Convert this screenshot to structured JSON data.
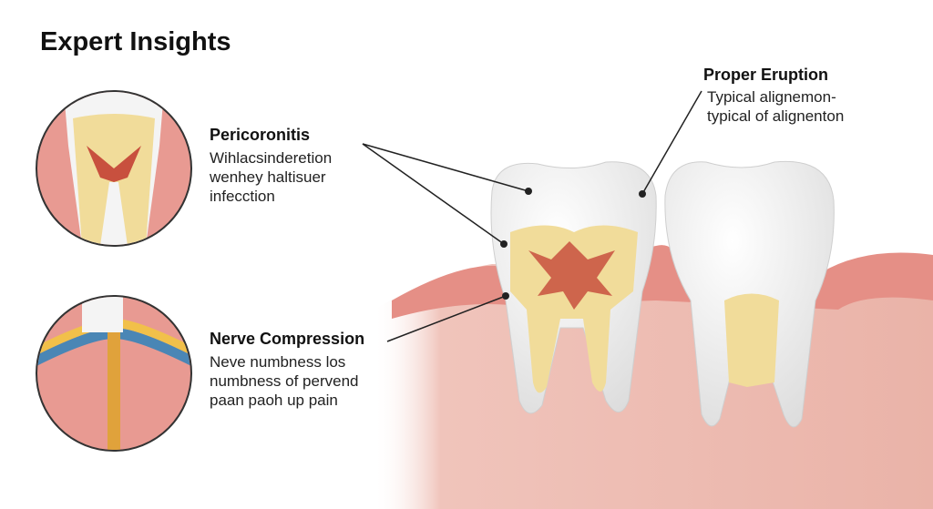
{
  "title": "Expert Insights",
  "callouts": [
    {
      "heading": "Pericoronitis",
      "lines": [
        "Wihlacsinderetion",
        "wenhey haltisuer",
        "infecction"
      ]
    },
    {
      "heading": "Nerve Compression",
      "lines": [
        "Neve numbness los",
        "numbness of pervend",
        "paan paoh up pain"
      ]
    },
    {
      "heading": "Proper Eruption",
      "lines": [
        "Typical alignemon-",
        "typical of alignenton"
      ]
    }
  ],
  "colors": {
    "gum": "#e89a92",
    "bone": "#f3c9bf",
    "enamel": "#f4f4f4",
    "dentin": "#f1dc9a",
    "pulp": "#c8503e"
  }
}
